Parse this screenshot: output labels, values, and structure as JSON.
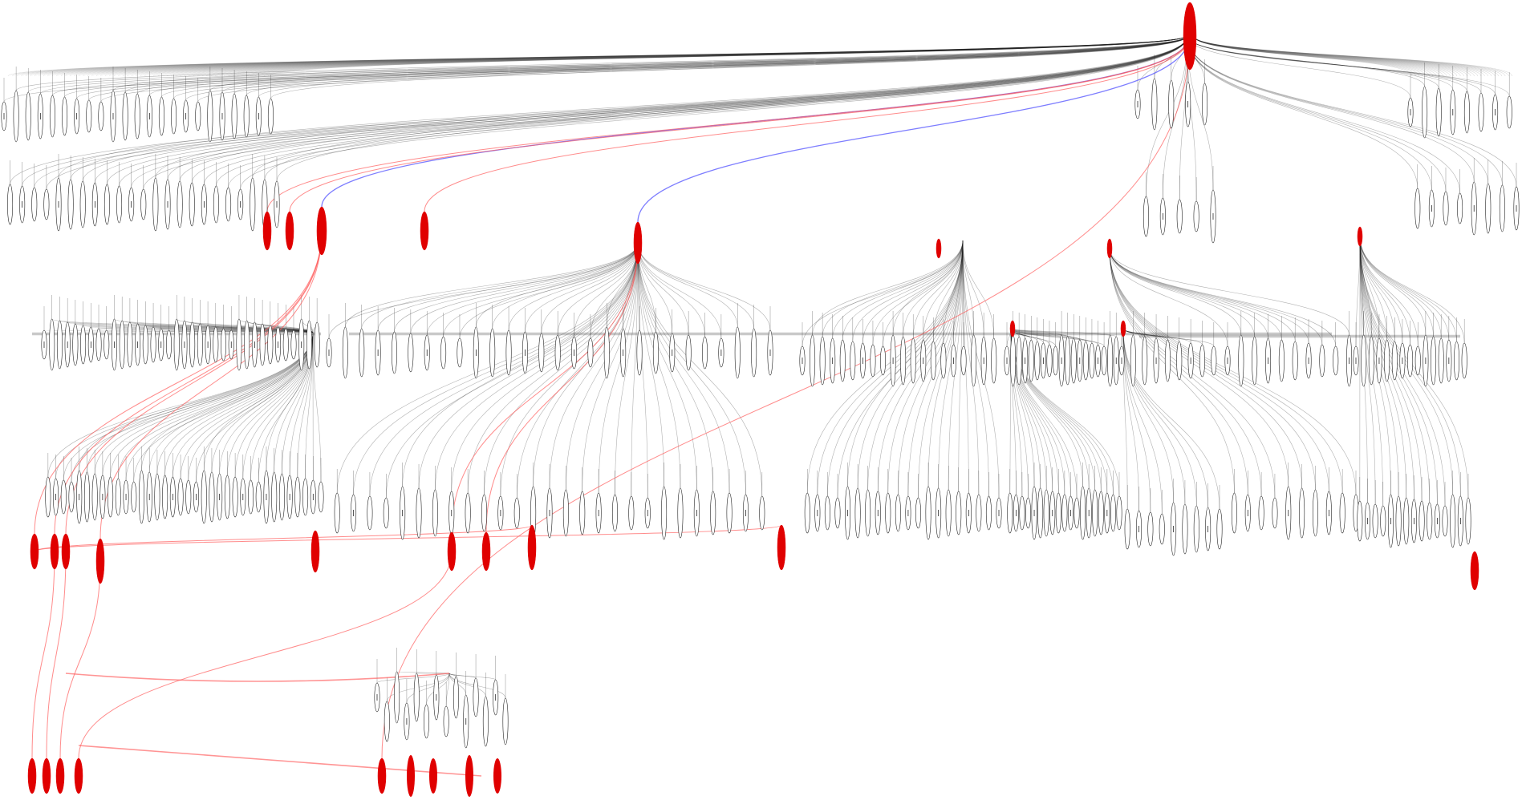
{
  "diagram": {
    "type": "hierarchical-node-link-graph",
    "background": "#ffffff",
    "colors": {
      "highlight_node_fill": "#e00000",
      "plain_node_stroke": "#222222",
      "edge_default": "#202020",
      "edge_highlight": "#ff5a5a",
      "edge_selected": "#6666ff"
    },
    "root": "R",
    "highlighted_nodes": [
      "R",
      "A",
      "B",
      "C",
      "D",
      "E",
      "F",
      "G",
      "H",
      "I",
      "J",
      "K",
      "L",
      "M",
      "N",
      "O",
      "P",
      "Q",
      "S",
      "T",
      "U",
      "V",
      "W",
      "X",
      "Y",
      "Z"
    ],
    "node_groups": [
      {
        "id": "g1",
        "parent": "R",
        "count": 46
      },
      {
        "id": "g2",
        "parent": "R",
        "count": 10
      },
      {
        "id": "g3",
        "parent": "R",
        "count": 16
      },
      {
        "id": "g4",
        "parent": "C",
        "count": 72
      },
      {
        "id": "g5",
        "parent": "E",
        "count": 55
      },
      {
        "id": "g6",
        "parent": "H",
        "count": 40
      },
      {
        "id": "g7",
        "parent": "G",
        "count": 38
      },
      {
        "id": "g8",
        "parent": "J",
        "count": 18
      },
      {
        "id": "g9",
        "parent": "K",
        "count": 20
      },
      {
        "id": "g10",
        "parent": "L",
        "count": 30
      },
      {
        "id": "g11",
        "parent": "P",
        "count": 14
      }
    ],
    "highlighted_edges": [
      [
        "R",
        "C"
      ],
      [
        "R",
        "E"
      ],
      [
        "R",
        "A"
      ],
      [
        "R",
        "B"
      ],
      [
        "R",
        "D"
      ],
      [
        "R",
        "Z"
      ],
      [
        "C",
        "L"
      ],
      [
        "C",
        "M"
      ],
      [
        "C",
        "N"
      ],
      [
        "C",
        "O"
      ],
      [
        "E",
        "Q"
      ],
      [
        "E",
        "S"
      ],
      [
        "L",
        "T"
      ],
      [
        "L",
        "U"
      ],
      [
        "M",
        "V"
      ],
      [
        "N",
        "W"
      ],
      [
        "O",
        "X"
      ],
      [
        "Q",
        "Y"
      ]
    ],
    "selected_edges": [
      [
        "R",
        "C"
      ],
      [
        "R",
        "E"
      ]
    ]
  }
}
